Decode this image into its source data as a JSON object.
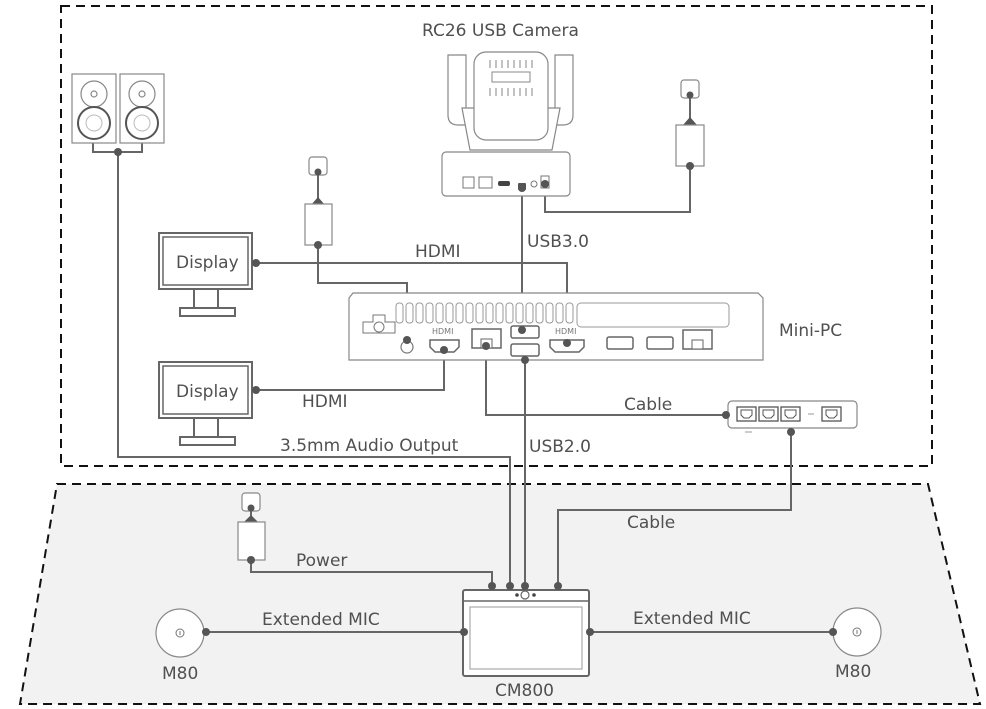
{
  "zones": {
    "room_zone": "upper dashed region",
    "table_zone": "lower shaded dashed region",
    "table_fill": "#f2f2f2",
    "line_color": "#666666",
    "text_color": "#505050"
  },
  "devices": {
    "camera": {
      "label": "RC26 USB Camera",
      "icon": "ptz-camera-icon"
    },
    "speakers": {
      "icon": "speaker-pair-icon"
    },
    "display_top": {
      "label": "Display",
      "icon": "monitor-icon"
    },
    "display_bottom": {
      "label": "Display",
      "icon": "monitor-icon"
    },
    "minipc": {
      "label": "Mini-PC",
      "icon": "mini-pc-icon",
      "port_hdmi_1": "HDMI",
      "port_hdmi_2": "HDMI"
    },
    "switch": {
      "icon": "network-switch-icon"
    },
    "cm800": {
      "label": "CM800",
      "icon": "cm800-hub-icon"
    },
    "mic_left": {
      "label": "M80",
      "icon": "microphone-icon"
    },
    "mic_right": {
      "label": "M80",
      "icon": "microphone-icon"
    },
    "power_adapters": {
      "icon": "power-adapter-icon",
      "outlet_icon": "power-outlet-icon"
    }
  },
  "connections": {
    "usb3": "USB3.0",
    "hdmi_top": "HDMI",
    "hdmi_bottom": "HDMI",
    "cable_switch": "Cable",
    "audio_out": "3.5mm Audio Output",
    "usb2": "USB2.0",
    "cable_cm800": "Cable",
    "power": "Power",
    "ext_mic_left": "Extended MIC",
    "ext_mic_right": "Extended MIC"
  }
}
